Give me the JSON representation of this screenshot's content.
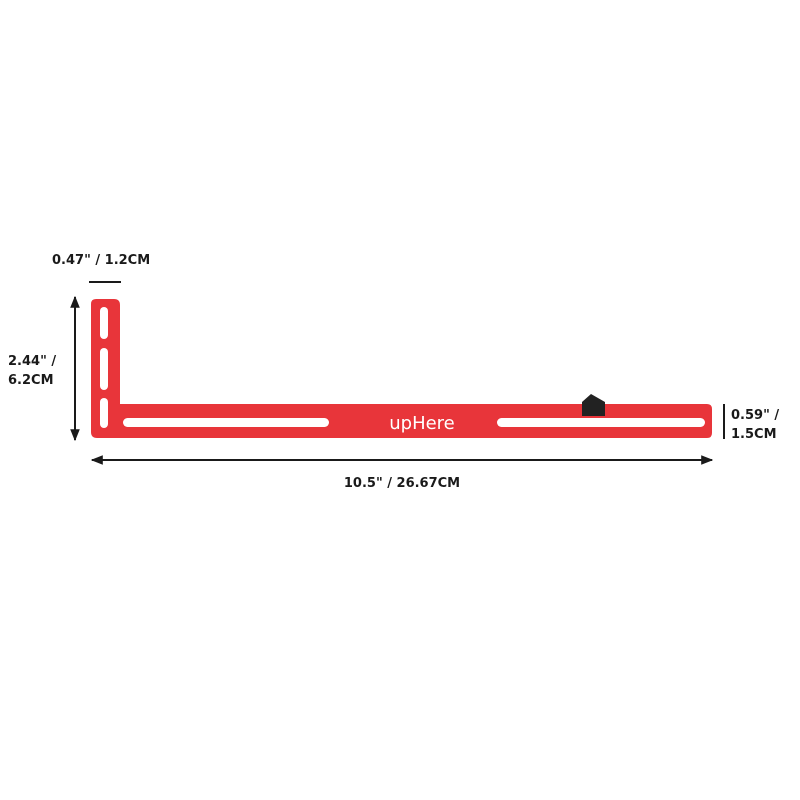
{
  "product": {
    "brand": "upHere",
    "body_color": "#e8353a",
    "slot_color": "#ffffff",
    "mount_color": "#222222"
  },
  "dimensions": {
    "arm_width": "0.47\" / 1.2CM",
    "height_line1": "2.44\" /",
    "height_line2": "6.2CM",
    "length": "10.5\" / 26.67CM",
    "bar_height_line1": "0.59\" /",
    "bar_height_line2": "1.5CM"
  },
  "colors": {
    "dimension_line": "#1a1a1a",
    "background": "#ffffff"
  }
}
